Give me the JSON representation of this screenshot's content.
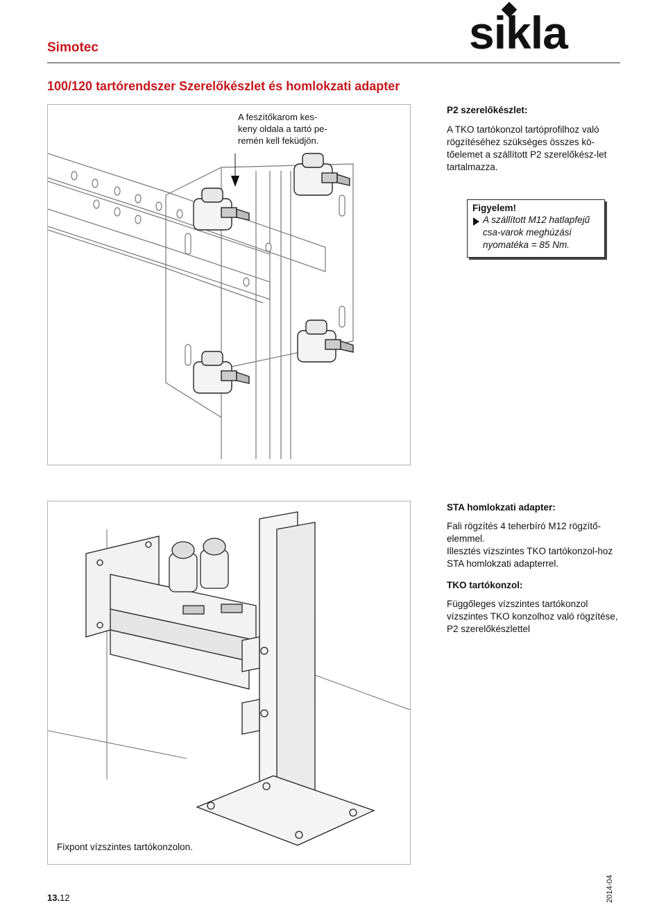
{
  "header": {
    "brand": "Simotec",
    "logo": "sikla"
  },
  "title": "100/120 tartórendszer Szerelőkészlet és homlokzati adapter",
  "figure1": {
    "callout": "A feszítőkarom kes-keny oldala a tartó pe-remén kell feküdjön."
  },
  "p2_section": {
    "heading": "P2 szerelőkészlet:",
    "body": "A TKO tartókonzol tartóprofilhoz való rögzítéséhez szükséges összes kö-tőelemet a szállított P2 szerelőkész-let tartalmazza."
  },
  "warning": {
    "title": "Figyelem!",
    "body": "A szállított M12 hatlapfejű csa-varok meghúzási nyomatéka = 85 Nm."
  },
  "sta_section": {
    "heading": "STA homlokzati adapter:",
    "line1": "Fali rögzítés 4 teherbíró M12 rögzítő-elemmel.",
    "line2": "Illesztés vízszintes TKO tartókonzol-hoz STA homlokzati adapterrel."
  },
  "tko_section": {
    "heading": "TKO tartókonzol:",
    "body": "Függőleges vízszintes tartókonzol vízszintes TKO konzolhoz való rögzítése, P2 szerelőkészlettel"
  },
  "figure2": {
    "caption": "Fixpont vízszintes tartókonzolon."
  },
  "footer": {
    "chapter": "13.",
    "page": "12",
    "date": "2014-04"
  },
  "colors": {
    "brand_red": "#c4161c",
    "text": "#111111",
    "frame_border": "#b0b0b0"
  }
}
